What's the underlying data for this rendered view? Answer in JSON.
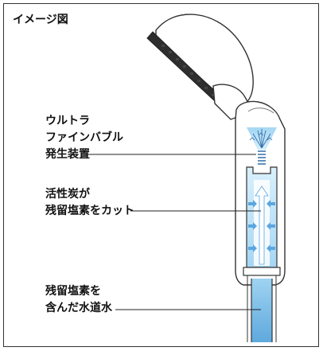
{
  "title": "イメージ図",
  "labels": {
    "bubble": [
      "ウルトラ",
      "ファインバブル",
      "発生装置"
    ],
    "carbon": [
      "活性炭が",
      "残留塩素をカット"
    ],
    "water": [
      "残留塩素を",
      "含んだ水道水"
    ]
  },
  "colors": {
    "water": "#8cc8ee",
    "chamber": "#bfe3f8",
    "arrow": "#5aa6e0",
    "outline": "#333333"
  }
}
